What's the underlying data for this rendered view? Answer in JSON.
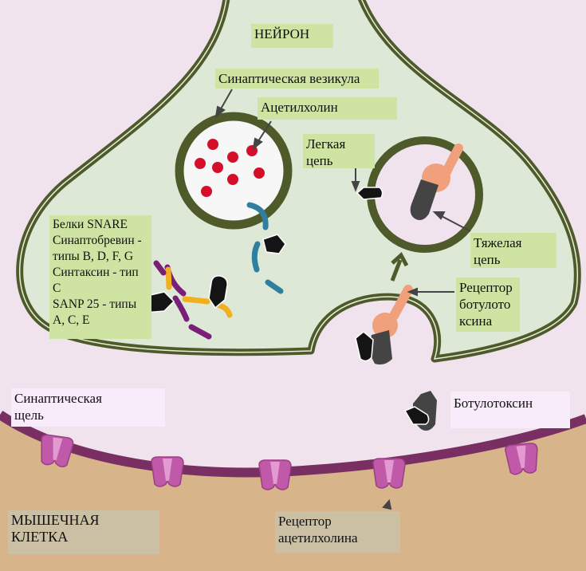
{
  "labels": {
    "neuron": "НЕЙРОН",
    "synaptic_vesicle": "Синаптическая везикула",
    "acetylcholine": "Ацетилхолин",
    "light_chain": [
      "Легкая",
      "цепь"
    ],
    "heavy_chain": [
      "Тяжелая",
      "цепь"
    ],
    "snare": [
      "Белки SNARE",
      "Синаптобревин -",
      "типы B, D, F, G",
      "Синтаксин - тип",
      "С",
      "SANP 25 - типы",
      "А, С, Е"
    ],
    "botulinum_receptor": [
      "Рецептор",
      "ботулото",
      "ксина"
    ],
    "synaptic_cleft": [
      "Синаптическая",
      "щель"
    ],
    "botulinum_toxin": "Ботулотоксин",
    "muscle_cell": [
      "МЫШЕЧНАЯ",
      "КЛЕТКА"
    ],
    "acetylcholine_receptor": [
      "Рецептор",
      "ацетилхолина"
    ]
  },
  "colors": {
    "cleft": "#f0e3ee",
    "neuron_fill": "#dde9d6",
    "membrane": "#4f5a2a",
    "muscle": "#d8b48a",
    "muscle_membrane": "#7a2f62",
    "receptor": "#c05aa8",
    "acetylcholine_dot": "#d40f2a",
    "toxin_light": "#141414",
    "toxin_heavy": "#444444",
    "bot_receptor": "#f0a07a",
    "snare_yellow": "#f0b020",
    "snare_purple": "#7a1f78",
    "snare_blue": "#2f7fa0"
  }
}
